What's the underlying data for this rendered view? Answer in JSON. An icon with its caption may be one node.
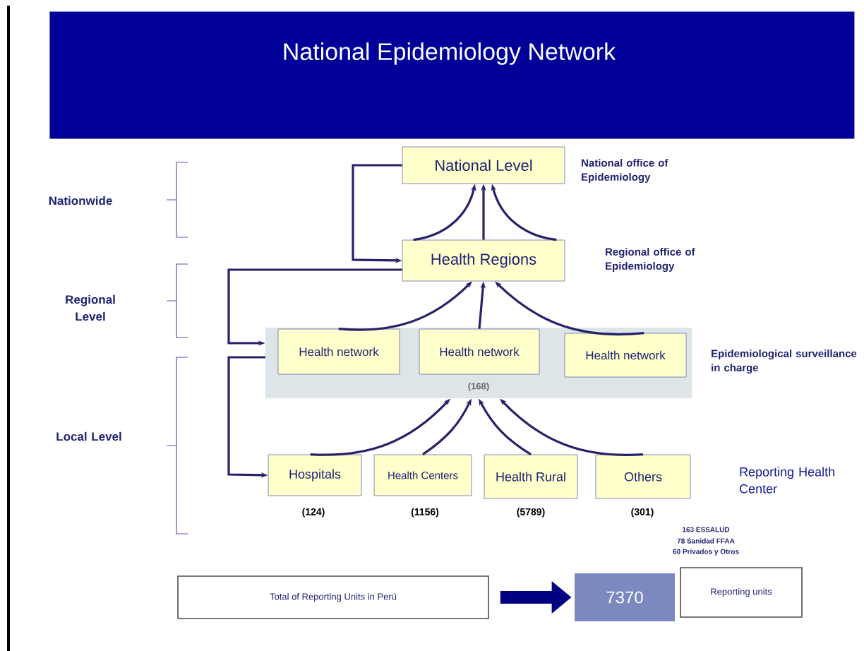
{
  "diagram": {
    "title": "National Epidemiology Network",
    "nodes": [
      {
        "text": [
          "National Level"
        ],
        "beside": [
          "National office of Epidemiology"
        ]
      },
      {
        "text": [
          "Health Regions"
        ],
        "beside": [
          "Regional office of Epidemiology"
        ]
      },
      {
        "text": [
          "(168)"
        ],
        "beside": [
          "Epidemiological surveillance in charge"
        ]
      },
      {
        "text": [
          "Health network"
        ],
        "in": 2
      },
      {
        "text": [
          "Health network"
        ],
        "in": 2
      },
      {
        "text": [
          "Health network"
        ],
        "in": 2
      },
      {
        "text": [
          "Hospitals"
        ],
        "beside": [
          "(124)"
        ]
      },
      {
        "text": [
          "Health Centers"
        ],
        "beside": [
          "(1156)"
        ]
      },
      {
        "text": [
          "Health Rural"
        ],
        "beside": [
          "(5789)"
        ]
      },
      {
        "text": [
          "Others"
        ],
        "beside": [
          "(301)"
        ]
      },
      {
        "text": [
          "Total of Reporting Units in Perú"
        ]
      },
      {
        "text": [
          "7370"
        ]
      },
      {
        "text": [
          "Reporting units"
        ]
      }
    ],
    "edges": [
      {
        "from": 1,
        "to": 0,
        "arrow": "to"
      },
      {
        "from": 1,
        "to": 0,
        "arrow": "to"
      },
      {
        "from": 1,
        "to": 0,
        "arrow": "to"
      },
      {
        "from": 0,
        "to": 1,
        "arrow": "to"
      },
      {
        "from": 3,
        "to": 1,
        "arrow": "to"
      },
      {
        "from": 4,
        "to": 1,
        "arrow": "to"
      },
      {
        "from": 5,
        "to": 1,
        "arrow": "to"
      },
      {
        "from": 1,
        "to": 2,
        "arrow": "to"
      },
      {
        "from": 2,
        "to": 6,
        "arrow": "to"
      },
      {
        "from": 6,
        "to": 2,
        "arrow": "to"
      },
      {
        "from": 7,
        "to": 2,
        "arrow": "to"
      },
      {
        "from": 8,
        "to": 2,
        "arrow": "to"
      },
      {
        "from": 9,
        "to": 2,
        "arrow": "to"
      },
      {
        "from": 10,
        "to": 11,
        "arrow": "to",
        "style": "thick",
        "color": "#000080"
      }
    ],
    "labels": [
      "Nationwide",
      "Regional Level",
      "Local Level",
      "Reporting Health Center",
      "163 ESSALUD",
      "78 Sanidad FFAA",
      "60 Privados y Otros"
    ]
  }
}
